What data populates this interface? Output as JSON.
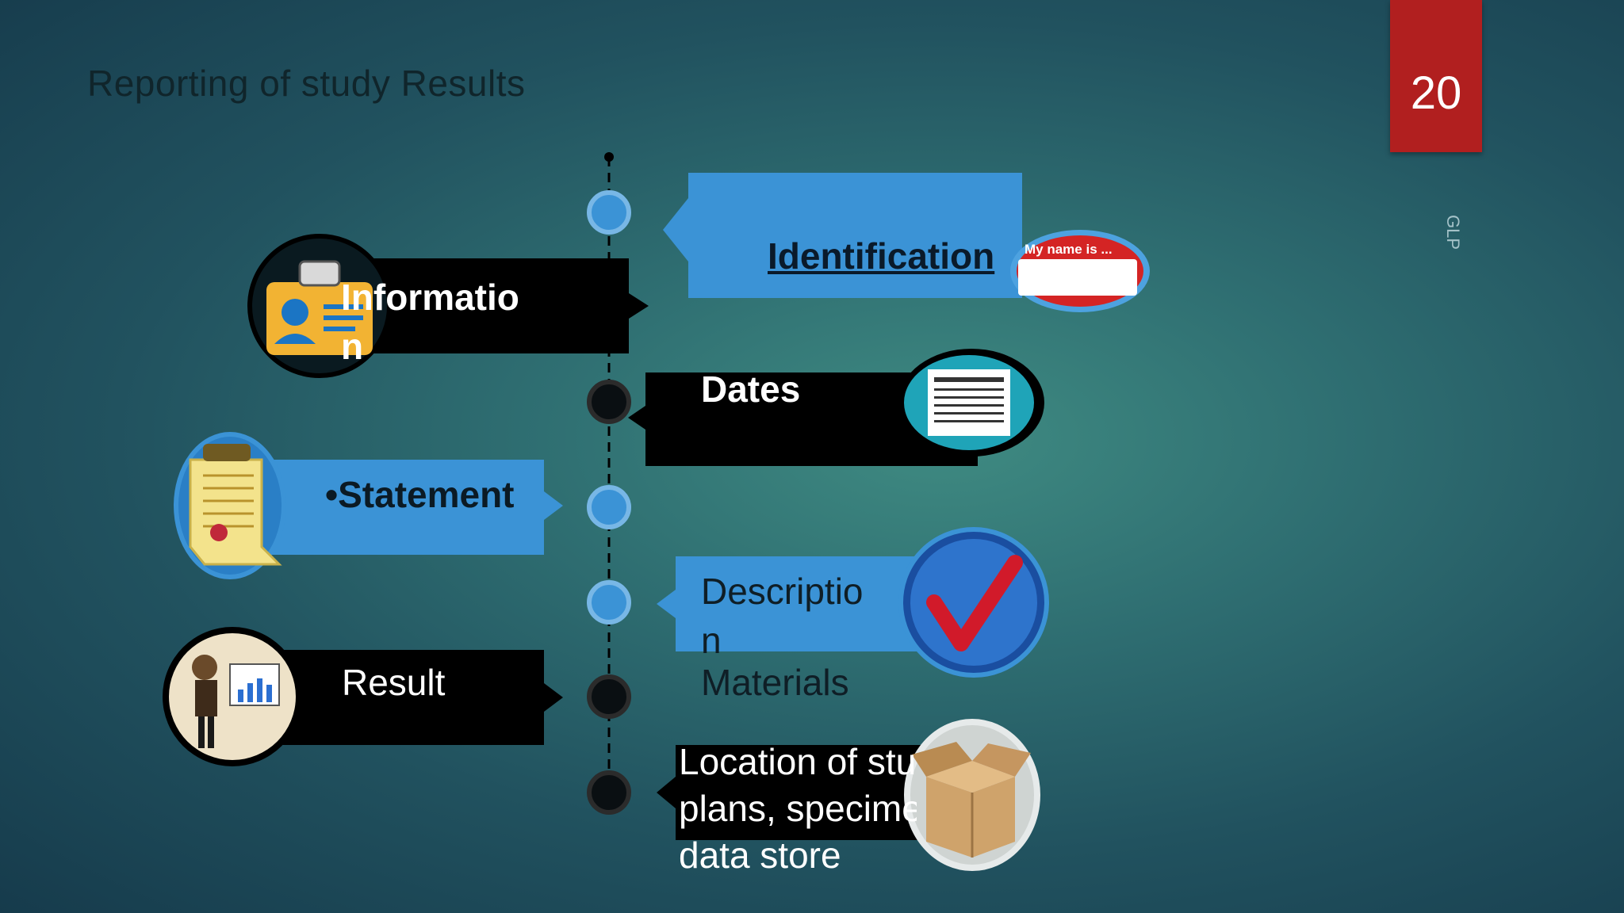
{
  "slide": {
    "title": "Reporting of study Results",
    "page_number": "20",
    "side_label": "GLP"
  },
  "timeline": {
    "items": {
      "identification": {
        "label": "Identification",
        "icon": "name-tag-icon",
        "badge_text": "My name is ..."
      },
      "information": {
        "label": "Information",
        "icon": "id-badge-icon"
      },
      "dates": {
        "label": "Dates",
        "icon": "calendar-icon"
      },
      "statement": {
        "label": "•Statement",
        "icon": "certificate-scroll-icon"
      },
      "description": {
        "label": "Description",
        "icon": "checkmark-icon"
      },
      "materials": {
        "label": "Materials"
      },
      "result": {
        "label": "Result",
        "icon": "presenter-icon"
      },
      "location": {
        "lines": [
          "Location of study",
          "plans, specimens,",
          "data store"
        ],
        "icon": "box-icon"
      }
    }
  },
  "colors": {
    "accent_blue": "#3b93d6",
    "dark_band": "#000000",
    "page_tab": "#b11f1f"
  }
}
